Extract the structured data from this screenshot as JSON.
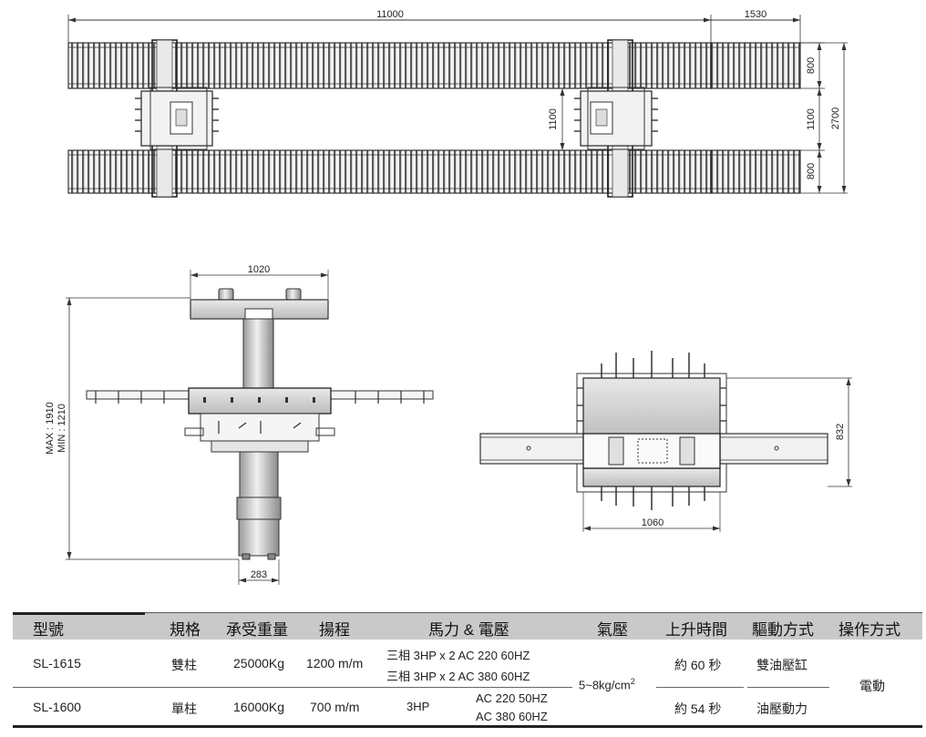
{
  "dimensions": {
    "top_length": "11000",
    "top_extension": "1530",
    "top_track_width_upper": "800",
    "top_gap": "1100",
    "top_track_width_lower": "800",
    "top_total_width": "2700",
    "top_inner_gap": "1100",
    "side_table_width": "1020",
    "side_height": "MAX : 1910",
    "side_height_min": "MIN : 1210",
    "side_base_width": "283",
    "plan_height": "832",
    "plan_width": "1060"
  },
  "spec_table": {
    "headers": [
      "型號",
      "規格",
      "承受重量",
      "揚程",
      "馬力 & 電壓",
      "氣壓",
      "上升時間",
      "驅動方式",
      "操作方式"
    ],
    "rows": [
      {
        "model": "SL-1615",
        "spec": "雙柱",
        "capacity": "25000Kg",
        "lift": "1200 m/m",
        "power_line1": "三相  3HP x 2  AC 220 60HZ",
        "power_line2": "三相  3HP x 2  AC 380 60HZ",
        "rise_time": "約 60 秒",
        "drive": "雙油壓缸"
      },
      {
        "model": "SL-1600",
        "spec": "單柱",
        "capacity": "16000Kg",
        "lift": "700 m/m",
        "power_hp": "3HP",
        "power_line1": "AC 220 50HZ",
        "power_line2": "AC 380 60HZ",
        "rise_time": "約 54 秒",
        "drive": "油壓動力"
      }
    ],
    "air_pressure": "5~8kg/cm",
    "air_pressure_sup": "2",
    "operation": "電動"
  }
}
